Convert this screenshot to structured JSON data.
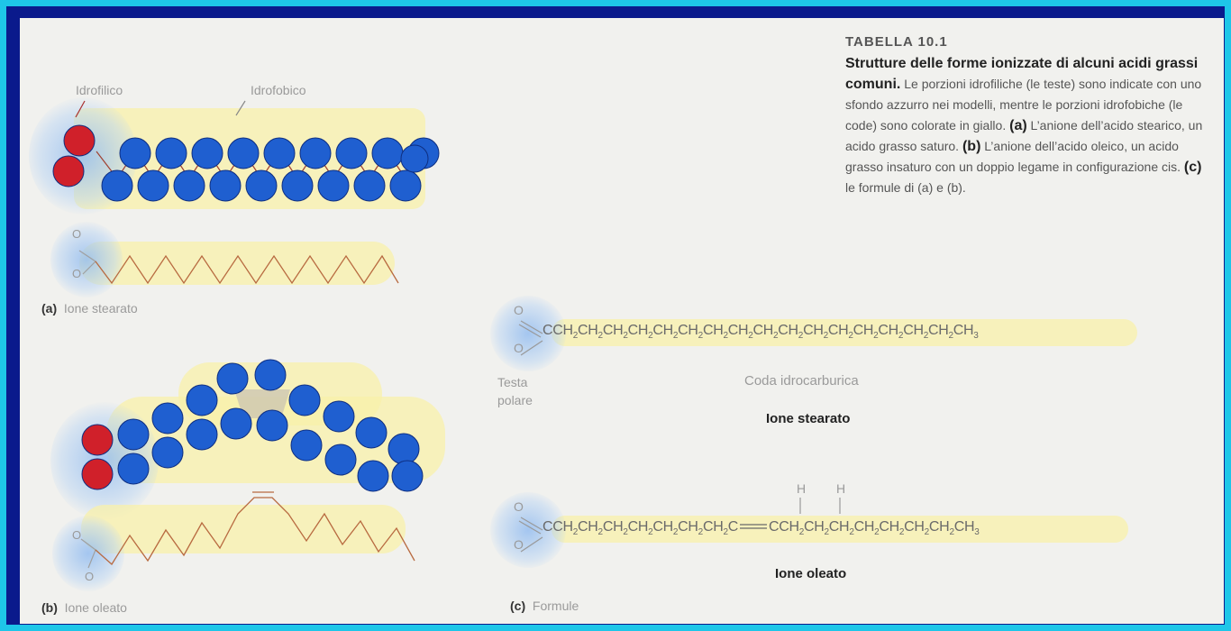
{
  "header_clip": "TABELLA 10.1",
  "caption": {
    "title": "Strutture delle forme ionizzate di alcuni acidi grassi comuni.",
    "text_a": " Le porzioni idrofiliche (le teste) sono indicate con uno sfondo azzurro nei modelli, mentre le porzioni idrofobiche (le code) sono colorate in giallo. ",
    "mark_a": "(a)",
    "text_b": " L’anione dell’acido stearico, un acido grasso saturo. ",
    "mark_b": "(b)",
    "text_c": " L’anione dell’acido oleico, un acido grasso insaturo con un doppio legame in configurazione cis. ",
    "mark_c": "(c)",
    "text_d": " le formule di (a) e (b)."
  },
  "labels": {
    "idrofilico": "Idrofilico",
    "idrofobico": "Idrofobico",
    "panel_a_mark": "(a)",
    "panel_a_name": "Ione stearato",
    "panel_b_mark": "(b)",
    "panel_b_name": "Ione oleato",
    "panel_c_mark": "(c)",
    "panel_c_name": "Formule",
    "testa_polare_1": "Testa",
    "testa_polare_2": "polare",
    "coda": "Coda idrocarburica",
    "ione_stearato": "Ione stearato",
    "ione_oleato": "Ione oleato",
    "h_left": "H",
    "h_right": "H",
    "o_top": "O",
    "o_bottom": "O"
  },
  "formulas": {
    "stearate_text": "CCH₂CH₂CH₂CH₂CH₂CH₂CH₂CH₂CH₂CH₂CH₂CH₂CH₂CH₂CH₂CH₂CH₃",
    "oleate_left": "CCH₂CH₂CH₂CH₂CH₂CH₂CH₂C",
    "oleate_right": "CCH₂CH₂CH₂CH₂CH₂CH₂CH₂CH₃"
  },
  "colors": {
    "frame_outer": "#0a1a8c",
    "frame_border": "#1ec6e8",
    "atom_carbon": "#1f5fd0",
    "atom_oxygen": "#d0202a",
    "head_glow": "#9cc0ee",
    "tail_band": "#f6eda8"
  }
}
